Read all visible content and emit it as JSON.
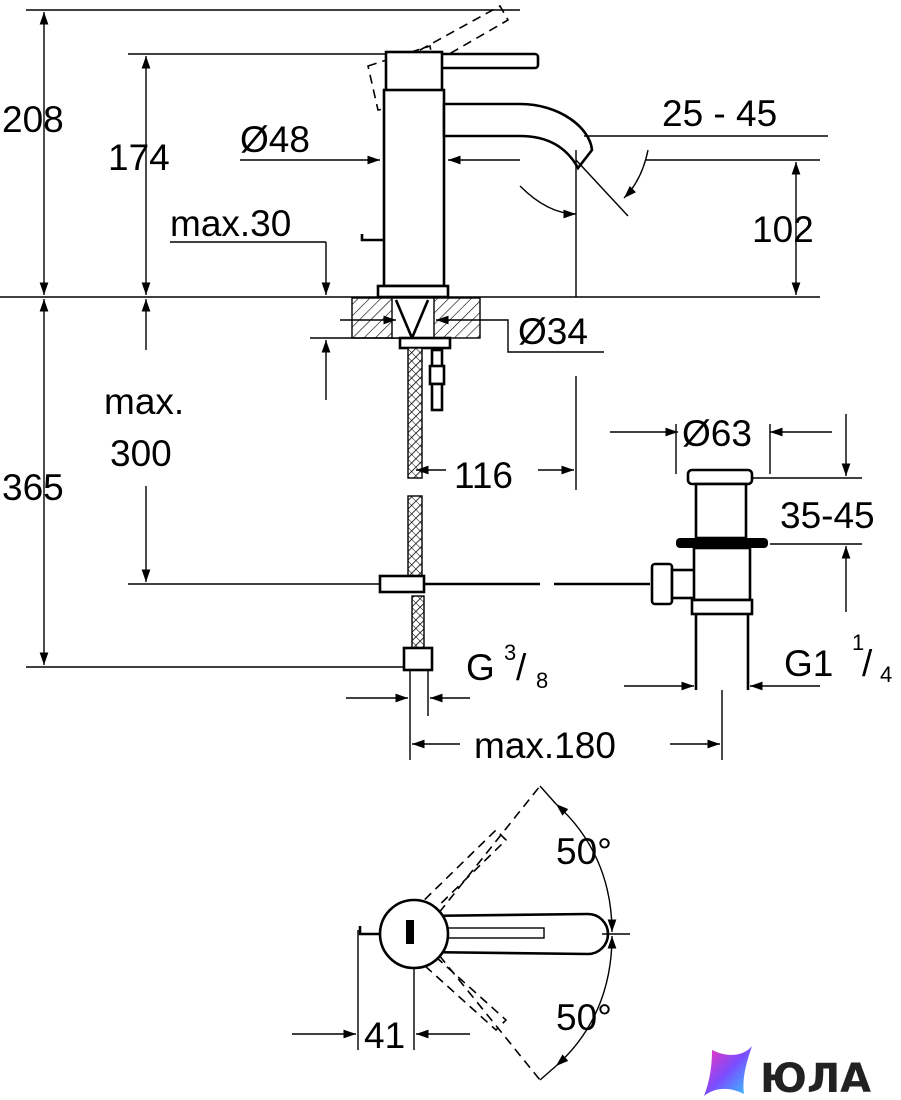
{
  "dimensions": {
    "total_height": "208",
    "spout_height": "174",
    "body_diameter": "Ø48",
    "spout_angle": "25 - 45",
    "max_thickness": "max.30",
    "outlet_height": "102",
    "hole_diameter": "Ø34",
    "max_depth_line1": "max.",
    "max_depth_line2": "300",
    "lower_height": "365",
    "reach": "116",
    "drain_diameter": "Ø63",
    "drain_range": "35-45",
    "thread_g": "G",
    "thread_g_num": "3",
    "thread_g_den": "8",
    "thread_g1": "G1",
    "thread_g1_num": "1",
    "thread_g1_den": "4",
    "max_width": "max.180",
    "angle_top": "50°",
    "angle_bottom": "50°",
    "lever_offset": "41"
  },
  "logo": {
    "text": "ЮЛА",
    "colors": [
      "#ff2fb3",
      "#7b4dff",
      "#2fd0ff"
    ]
  }
}
